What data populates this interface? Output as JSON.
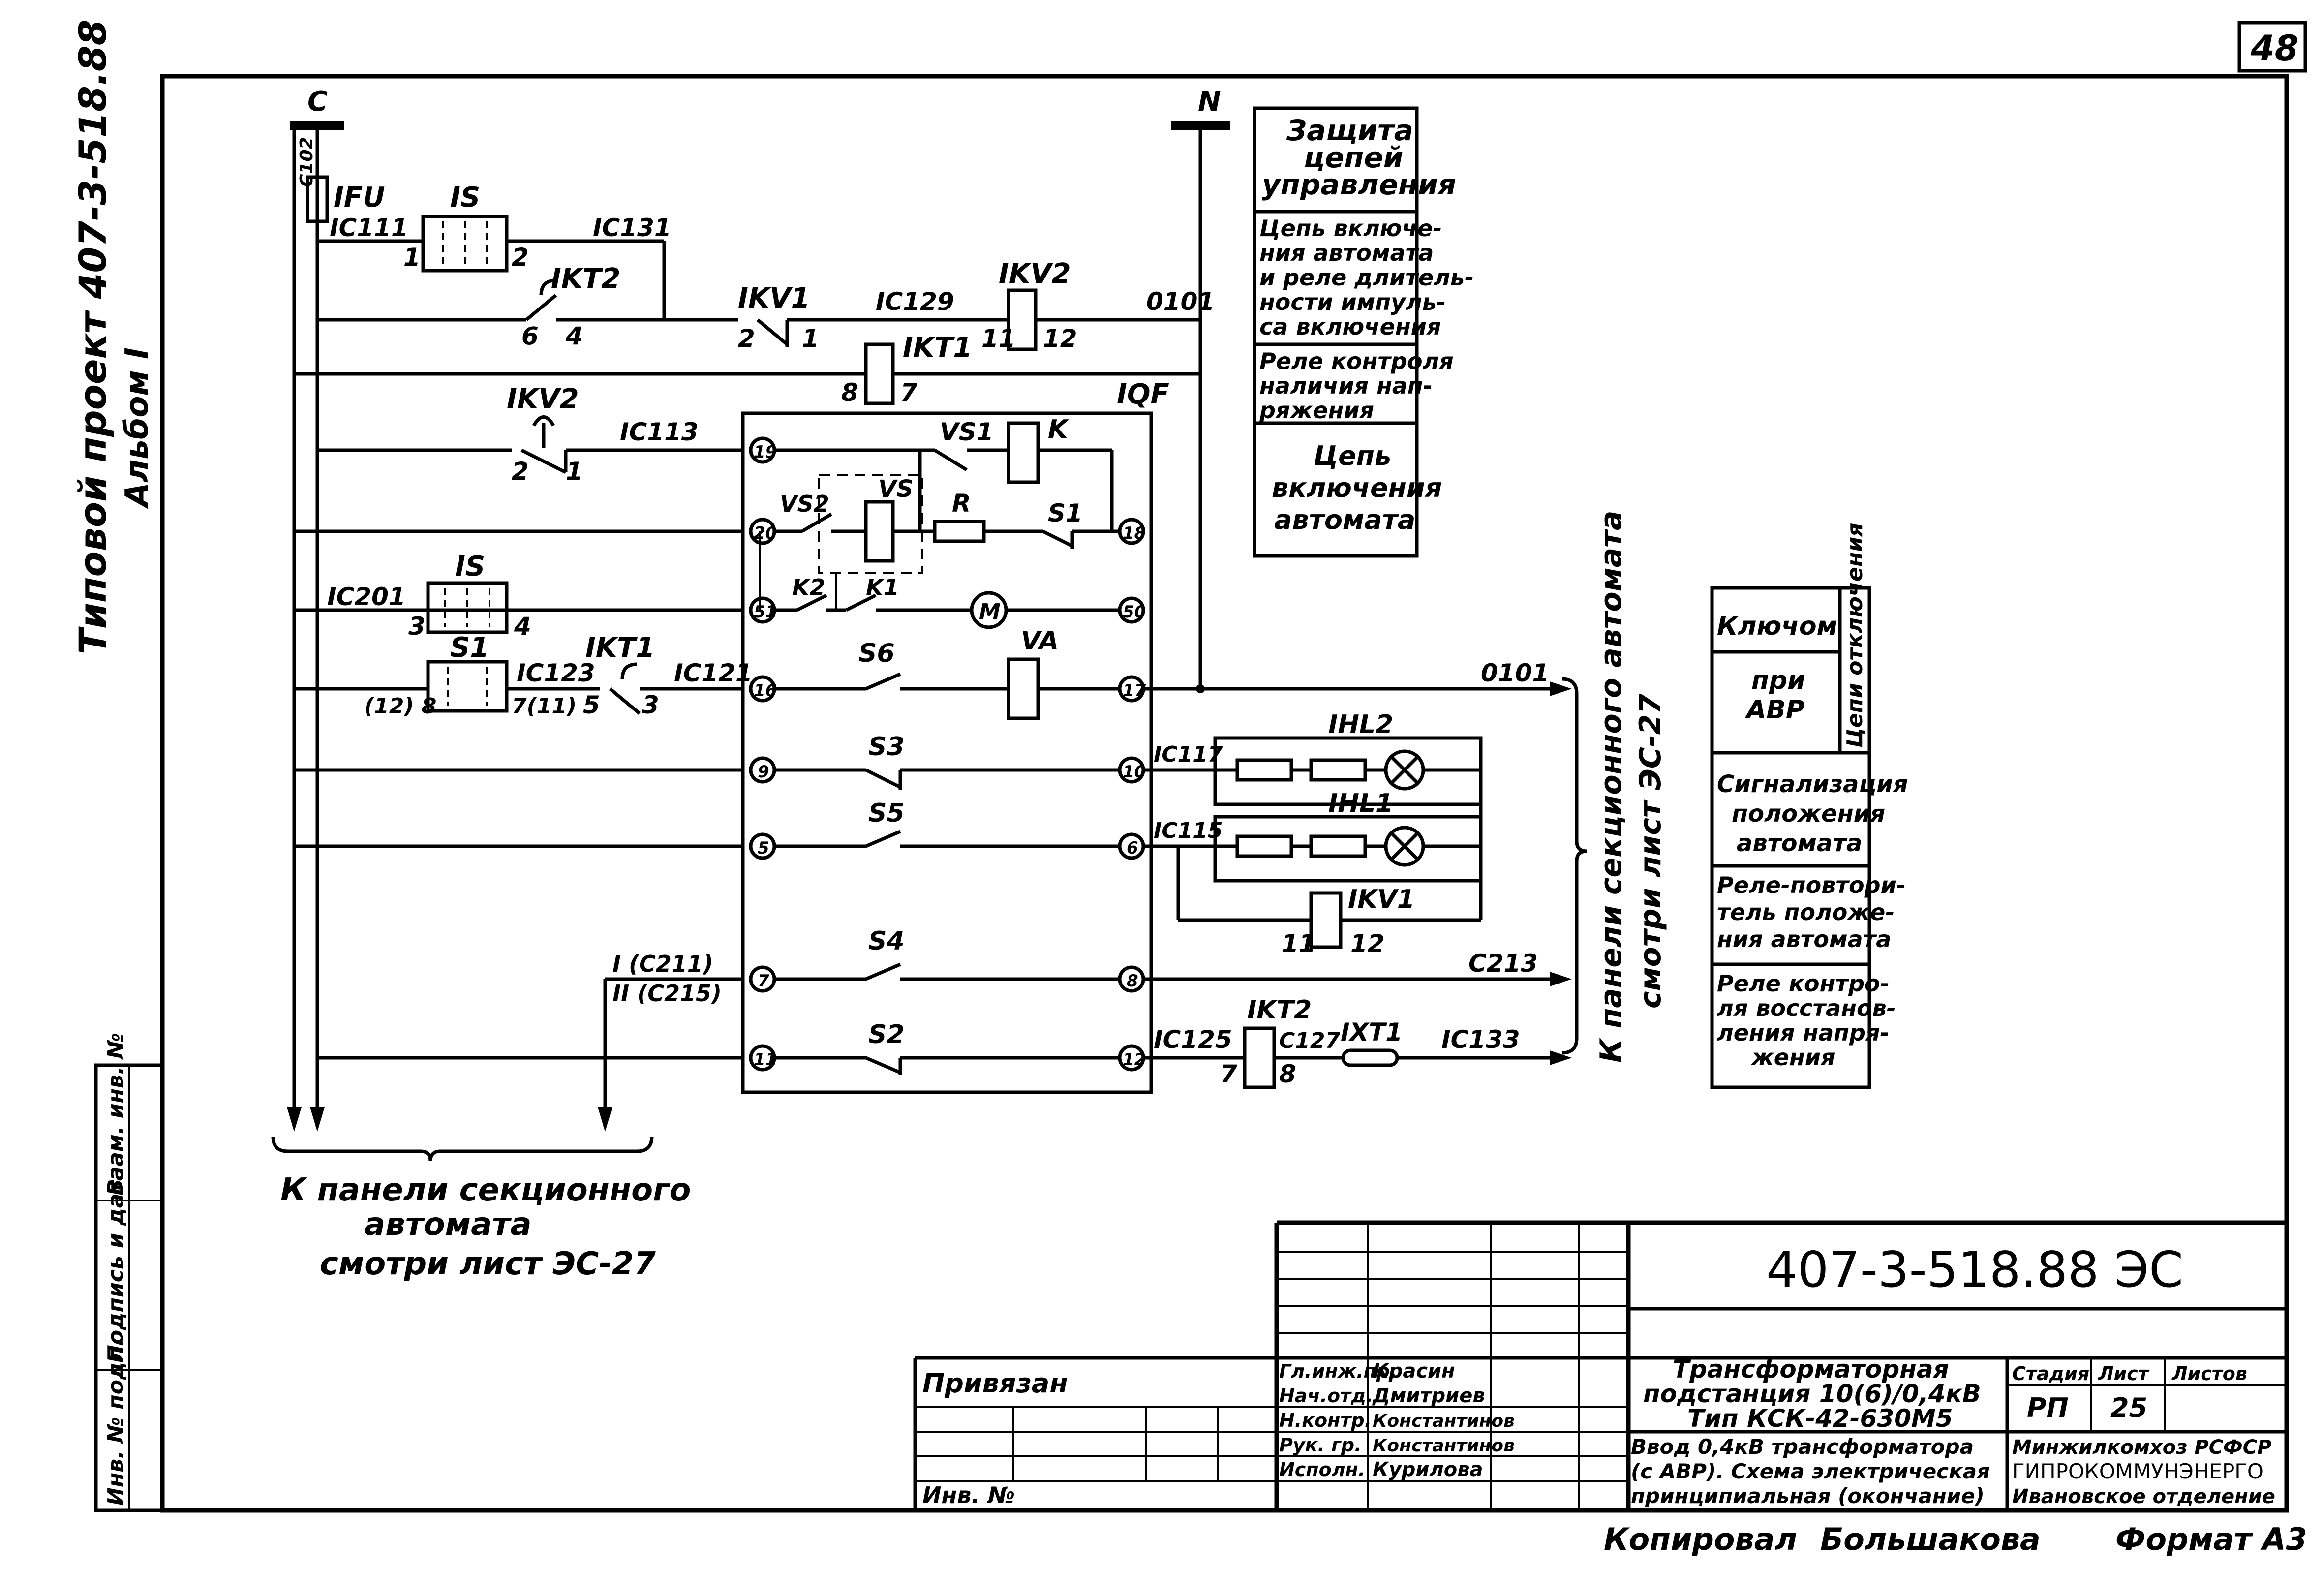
{
  "page": {
    "sheet_number": "48"
  },
  "margin": {
    "project": "Типовой проект 407-3-518.88",
    "album": "Альбом I",
    "stamp_cols": [
      "Инв. № подл.",
      "Подпись и дата",
      "Взам. инв. №"
    ]
  },
  "buses": {
    "c": "C",
    "n": "N",
    "c_tag": "C102"
  },
  "labels": {
    "fu": "IFU",
    "s_top": "IS",
    "s_mid": "IS",
    "s1": "S1",
    "kt2_contact": "IKT2",
    "kv1_contact": "IKV1",
    "kv2_coil": "IKV2",
    "kt1_coil": "IKT1",
    "qf": "IQF",
    "kv2_contact": "IKV2",
    "kt1_contact": "IKT1",
    "vs1": "VS1",
    "vs2": "VS2",
    "vs": "VS",
    "k": "K",
    "r": "R",
    "s1_in": "S1",
    "k2": "K2",
    "k1": "K1",
    "m": "M",
    "s6": "S6",
    "va": "VA",
    "s3": "S3",
    "s5": "S5",
    "s4": "S4",
    "s2": "S2",
    "hl2": "IHL2",
    "hl1": "IHL1",
    "kv1_coil": "IKV1",
    "kt2_coil": "IKT2",
    "xt1": "IXT1"
  },
  "wires": {
    "c111": "IC111",
    "c131": "IC131",
    "c129": "IC129",
    "w0101": "0101",
    "c113": "IC113",
    "c201": "IC201",
    "c123": "IC123",
    "c121": "IC121",
    "out0101": "0101",
    "c117": "IC117",
    "c115": "IC115",
    "c211": "I (C211)",
    "c215": "II (C215)",
    "c213": "C213",
    "c125": "IC125",
    "c127": "C127",
    "c133": "IC133"
  },
  "pins": {
    "s_top_1": "1",
    "s_top_2": "2",
    "kt2_6": "6",
    "kt2_4": "4",
    "kv1_2": "2",
    "kv1_1": "1",
    "kv2_11": "11",
    "kv2_12": "12",
    "kt1_8": "8",
    "kt1_7": "7",
    "kv2c_2": "2",
    "kv2c_1": "1",
    "s_mid_3": "3",
    "s_mid_4": "4",
    "s1_8": "(12) 8",
    "s1_7": "7(11)",
    "kt1c_5": "5",
    "kt1c_3": "3",
    "kv1c_11": "11",
    "kv1c_12": "12",
    "kt2c_7": "7",
    "kt2c_8": "8",
    "qf_left": [
      "19",
      "20",
      "51",
      "16",
      "9",
      "5",
      "7",
      "11"
    ],
    "qf_right": [
      "18",
      "50",
      "17",
      "10",
      "6",
      "8",
      "12"
    ]
  },
  "bottom_note": [
    "К панели секционного",
    "автомата",
    "смотри лист ЭС-27"
  ],
  "right_note": [
    "К панели секционного автомата",
    "смотри лист ЭС-27"
  ],
  "legend_top": {
    "title": [
      "Защита",
      "цепей",
      "управления"
    ],
    "rows": [
      [
        "Цепь включе-",
        "ния автомата",
        "и реле длитель-",
        "ности импуль-",
        "са включения"
      ],
      [
        "Реле контроля",
        "наличия нап-",
        "ряжения"
      ],
      [
        "Цепь",
        "включения",
        "автомата"
      ]
    ]
  },
  "legend_right": {
    "side": "Цепи отключения",
    "key": [
      "Ключом",
      "при",
      "АВР"
    ],
    "rows": [
      [
        "Сигнализация",
        "положения",
        "автомата"
      ],
      [
        "Реле-повтори-",
        "тель положе-",
        "ния автомата"
      ],
      [
        "Реле контро-",
        "ля восстанов-",
        "ления напря-",
        "жения"
      ]
    ]
  },
  "title_block": {
    "code": "407-3-518.88 ЭС",
    "privyazan": "Привязан",
    "inv": "Инв. №",
    "roles": [
      "Гл.инж.пр.",
      "Нач.отд.",
      "Н.контр.",
      "Рук. гр.",
      "Исполн."
    ],
    "names": [
      "Красин",
      "Дмитриев",
      "Константинов",
      "Константинов",
      "Курилова"
    ],
    "object": [
      "Трансформаторная",
      "подстанция 10(6)/0,4кВ",
      "Тип КСК-42-630М5"
    ],
    "sheet_title": [
      "Ввод 0,4кВ трансформатора",
      "(с АВР). Схема электрическая",
      "принципиальная (окончание)"
    ],
    "stage_h": "Стадия",
    "sheet_h": "Лист",
    "sheets_h": "Листов",
    "stage": "РП",
    "sheet": "25",
    "sheets": "",
    "org": [
      "Минжилкомхоз РСФСР",
      "ГИПРОКОММУНЭНЕРГО",
      "Ивановское отделение"
    ]
  },
  "footer": {
    "copied": "Копировал",
    "copier": "Большакова",
    "format": "Формат А3"
  }
}
